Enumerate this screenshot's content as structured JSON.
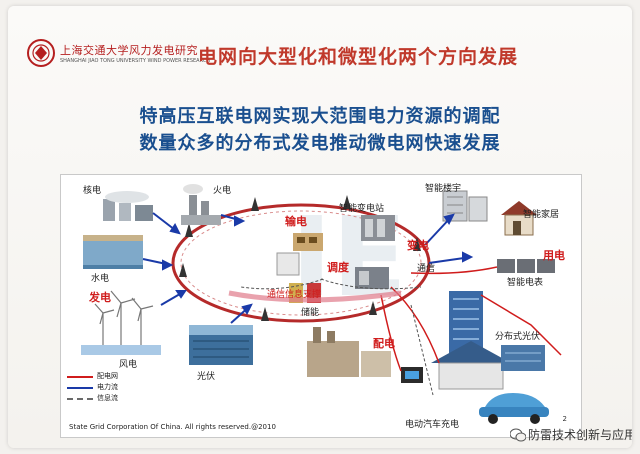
{
  "header": {
    "logo_text": "上海交通大学风力发电研究",
    "logo_sub": "SHANGHAI JIAO TONG UNIVERSITY WIND POWER RESEARCH",
    "title": "电网向大型化和微型化两个方向发展"
  },
  "subtitles": [
    "特高压互联电网实现大范围电力资源的调配",
    "数量众多的分布式发电推动微电网快速发展"
  ],
  "diagram": {
    "labels": {
      "nuclear": "核电",
      "thermal": "火电",
      "hydro": "水电",
      "generation": "发电",
      "wind": "风电",
      "solar": "光伏",
      "transmission": "输电",
      "smart_substation": "智能变电站",
      "dispatch": "调度",
      "comm_support": "通信信息支撑",
      "storage": "储能",
      "distribution": "配电",
      "transform": "变电",
      "communication": "通信",
      "smart_building": "智能楼宇",
      "smart_home": "智能家居",
      "smart_meter": "智能电表",
      "consumption": "用电",
      "distributed_pv": "分布式光伏",
      "ev_charging": "电动汽车充电"
    },
    "legend": [
      {
        "label": "配电网",
        "color": "#d01c1c"
      },
      {
        "label": "电力流",
        "color": "#1a3aa8"
      },
      {
        "label": "信息流",
        "color": "#6a6a6a"
      }
    ],
    "footer": "State Grid Corporation Of China. All rights reserved.@2010",
    "page_number": "2"
  },
  "watermark": {
    "text": "防雷技术创新与应用"
  },
  "colors": {
    "title": "#c0392b",
    "subtitle": "#1a4f8f",
    "ring": "#b52a2a",
    "power_arrow": "#1a3aa8"
  }
}
